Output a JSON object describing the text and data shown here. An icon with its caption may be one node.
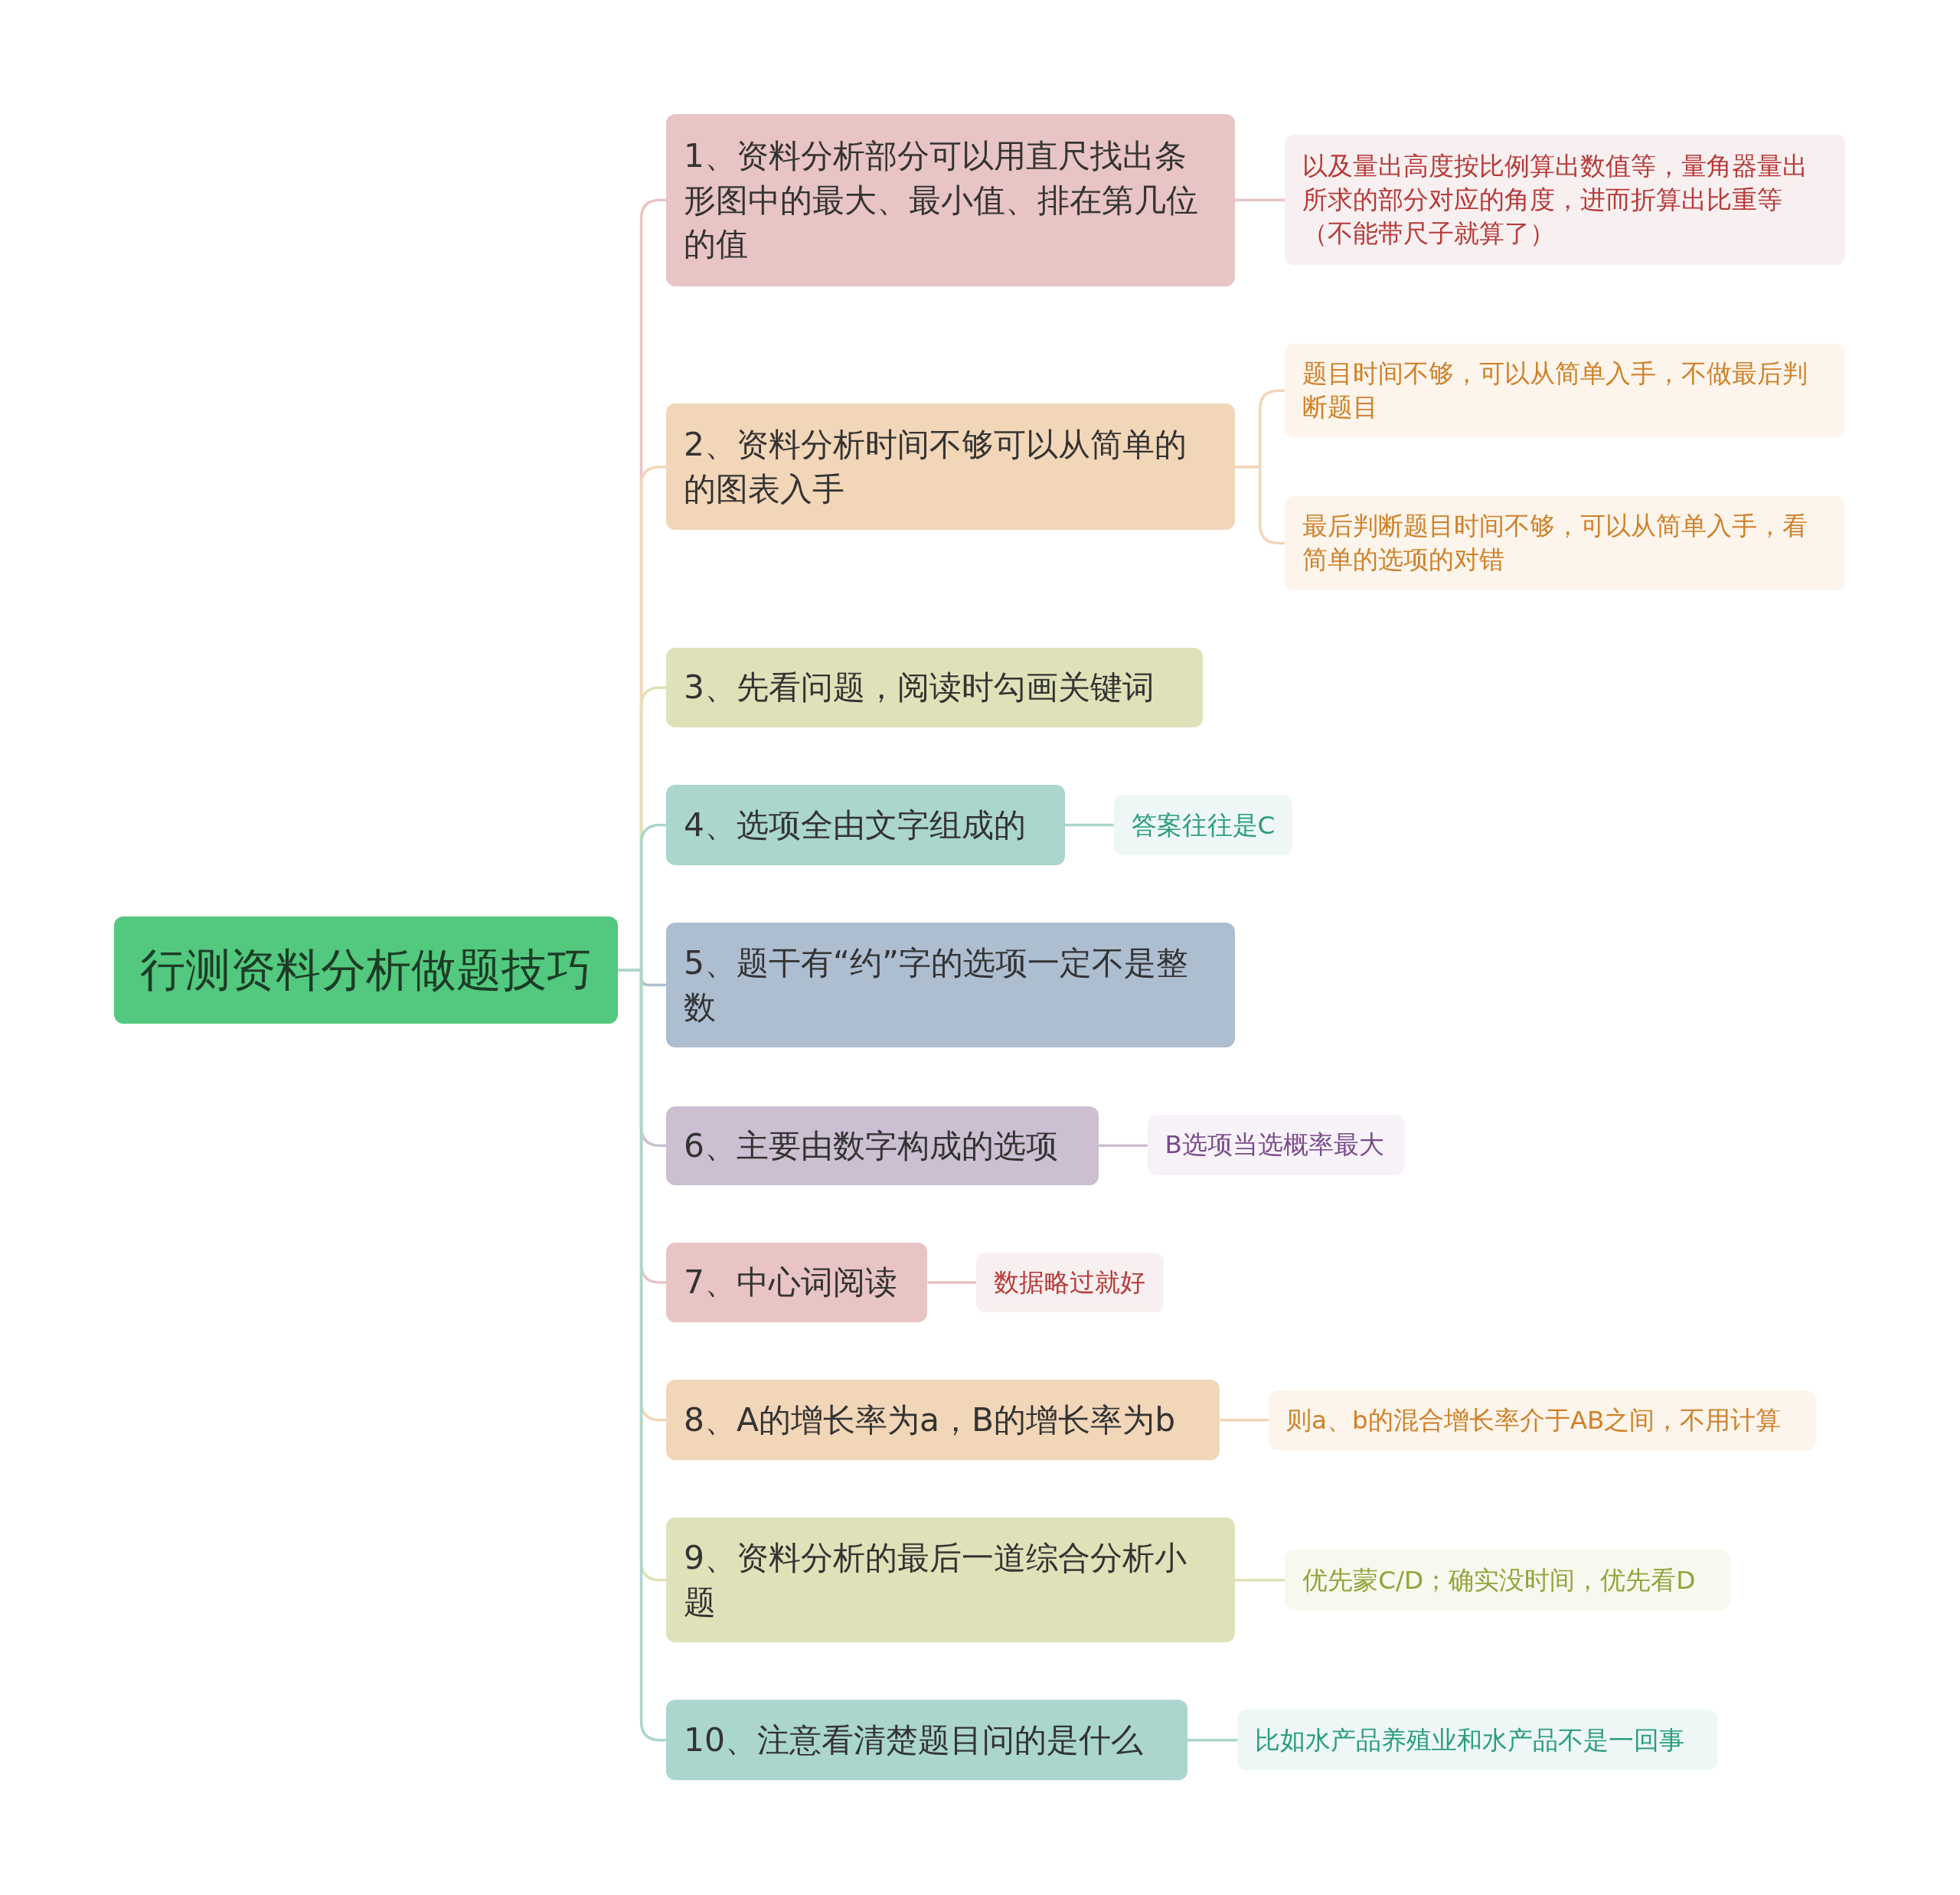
{
  "diagram": {
    "nodes": [
      {
        "text": [
          "行测资料分析做题技巧"
        ]
      },
      {
        "text": [
          "1、资料分析部分可以用直尺找出条形图中的最大、最小值、排在第几位的值"
        ]
      },
      {
        "text": [
          "以及量出高度按比例算出数值等，量角器量出所求的部分对应的角度，进而折算出比重等（不能带尺子就算了）"
        ]
      },
      {
        "text": [
          "2、资料分析时间不够可以从简单的的图表入手"
        ]
      },
      {
        "text": [
          "题目时间不够，可以从简单入手，不做最后判断题目"
        ]
      },
      {
        "text": [
          "最后判断题目时间不够，可以从简单入手，看简单的选项的对错"
        ]
      },
      {
        "text": [
          "3、先看问题，阅读时勾画关键词"
        ]
      },
      {
        "text": [
          "4、选项全由文字组成的"
        ]
      },
      {
        "text": [
          "答案往往是C"
        ]
      },
      {
        "text": [
          "5、题干有“约”字的选项一定不是整数"
        ]
      },
      {
        "text": [
          "6、主要由数字构成的选项"
        ]
      },
      {
        "text": [
          "B选项当选概率最大"
        ]
      },
      {
        "text": [
          "7、中心词阅读"
        ]
      },
      {
        "text": [
          "数据略过就好"
        ]
      },
      {
        "text": [
          "8、A的增长率为a，B的增长率为b"
        ]
      },
      {
        "text": [
          "则a、b的混合增长率介于AB之间，不用计算"
        ]
      },
      {
        "text": [
          "9、资料分析的最后一道综合分析小题"
        ]
      },
      {
        "text": [
          "优先蒙C/D；确实没时间，优先看D"
        ]
      },
      {
        "text": [
          "10、注意看清楚题目问的是什么"
        ]
      },
      {
        "text": [
          "比如水产品养殖业和水产品不是一回事"
        ]
      }
    ],
    "edges": [
      {
        "from": 0,
        "to": 1,
        "arrow": "none",
        "color": "#e8c4c4"
      },
      {
        "from": 1,
        "to": 2,
        "arrow": "none",
        "color": "#e8c4c4"
      },
      {
        "from": 0,
        "to": 3,
        "arrow": "none",
        "color": "#f2d6b8"
      },
      {
        "from": 3,
        "to": 4,
        "arrow": "none",
        "color": "#f2d6b8"
      },
      {
        "from": 3,
        "to": 5,
        "arrow": "none",
        "color": "#f2d6b8"
      },
      {
        "from": 0,
        "to": 6,
        "arrow": "none",
        "color": "#dfe1b8"
      },
      {
        "from": 0,
        "to": 7,
        "arrow": "none",
        "color": "#aad6cd"
      },
      {
        "from": 7,
        "to": 8,
        "arrow": "none",
        "color": "#aad6cd"
      },
      {
        "from": 0,
        "to": 9,
        "arrow": "none",
        "color": "#aebed1"
      },
      {
        "from": 0,
        "to": 10,
        "arrow": "none",
        "color": "#ccbfd2"
      },
      {
        "from": 10,
        "to": 11,
        "arrow": "none",
        "color": "#ccbfd2"
      },
      {
        "from": 0,
        "to": 12,
        "arrow": "none",
        "color": "#e8c4c4"
      },
      {
        "from": 12,
        "to": 13,
        "arrow": "none",
        "color": "#e8c4c4"
      },
      {
        "from": 0,
        "to": 14,
        "arrow": "none",
        "color": "#f2d6b8"
      },
      {
        "from": 14,
        "to": 15,
        "arrow": "none",
        "color": "#f2d6b8"
      },
      {
        "from": 0,
        "to": 16,
        "arrow": "none",
        "color": "#dfe1b8"
      },
      {
        "from": 16,
        "to": 17,
        "arrow": "none",
        "color": "#dfe1b8"
      },
      {
        "from": 0,
        "to": 18,
        "arrow": "none",
        "color": "#aad6cd"
      },
      {
        "from": 18,
        "to": 19,
        "arrow": "none",
        "color": "#aad6cd"
      }
    ]
  }
}
